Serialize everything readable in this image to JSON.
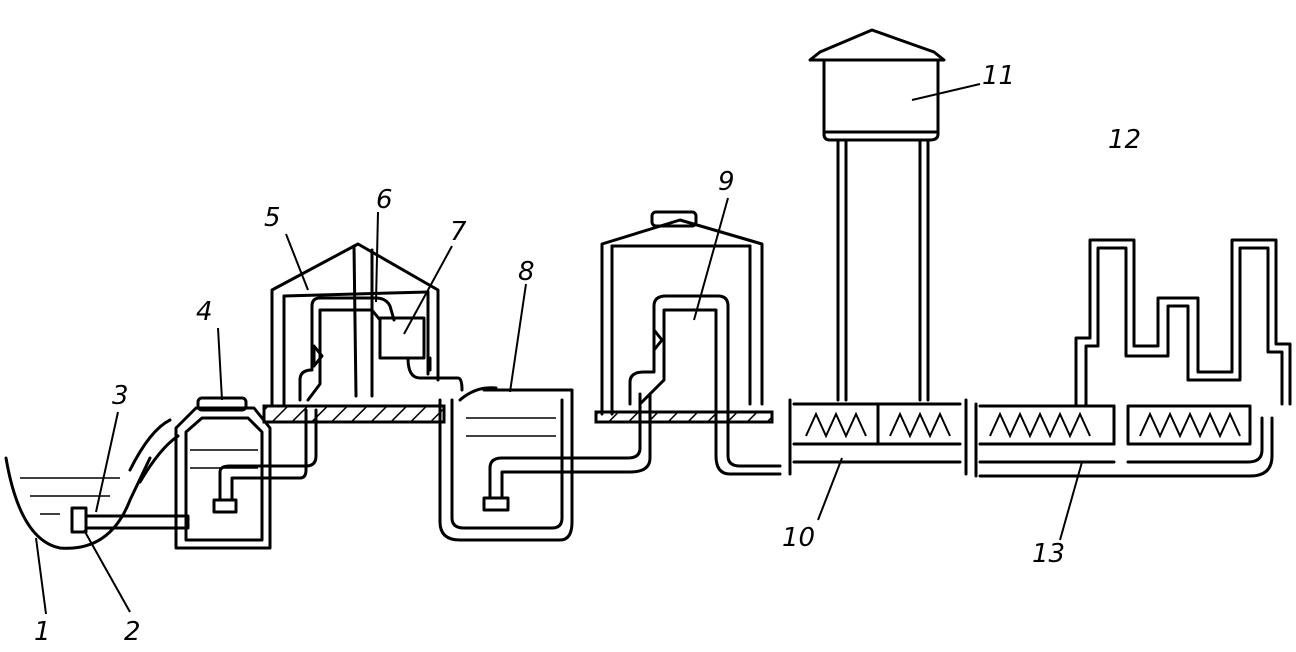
{
  "labels": [
    {
      "id": "1",
      "text": "1"
    },
    {
      "id": "2",
      "text": "2"
    },
    {
      "id": "3",
      "text": "3"
    },
    {
      "id": "4",
      "text": "4"
    },
    {
      "id": "5",
      "text": "5"
    },
    {
      "id": "6",
      "text": "6"
    },
    {
      "id": "7",
      "text": "7"
    },
    {
      "id": "8",
      "text": "8"
    },
    {
      "id": "9",
      "text": "9"
    },
    {
      "id": "10",
      "text": "10"
    },
    {
      "id": "11",
      "text": "11"
    },
    {
      "id": "12",
      "text": "12"
    },
    {
      "id": "13",
      "text": "13"
    }
  ],
  "colors": {
    "ink": "#000000",
    "paper": "#ffffff"
  }
}
